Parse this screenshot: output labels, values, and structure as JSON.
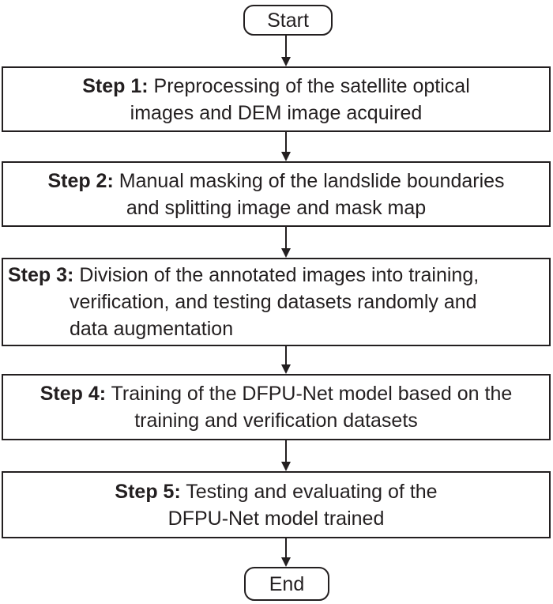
{
  "diagram": {
    "type": "flowchart",
    "colors": {
      "ink": "#231f20",
      "background": "#ffffff"
    },
    "start_label": "Start",
    "end_label": "End",
    "steps": [
      {
        "label": "Step 1:",
        "lines": [
          "Preprocessing of the satellite optical",
          "images and DEM image acquired"
        ]
      },
      {
        "label": "Step 2:",
        "lines": [
          "Manual masking of the landslide boundaries",
          "and splitting image and mask map"
        ]
      },
      {
        "label": "Step 3:",
        "lines": [
          "Division of the annotated images into training,",
          "verification, and testing datasets randomly and",
          "data augmentation"
        ]
      },
      {
        "label": "Step 4:",
        "lines": [
          "Training of the DFPU-Net model based on the",
          "training and verification datasets"
        ]
      },
      {
        "label": "Step 5:",
        "lines": [
          "Testing and evaluating of the",
          "DFPU-Net model trained"
        ]
      }
    ]
  }
}
